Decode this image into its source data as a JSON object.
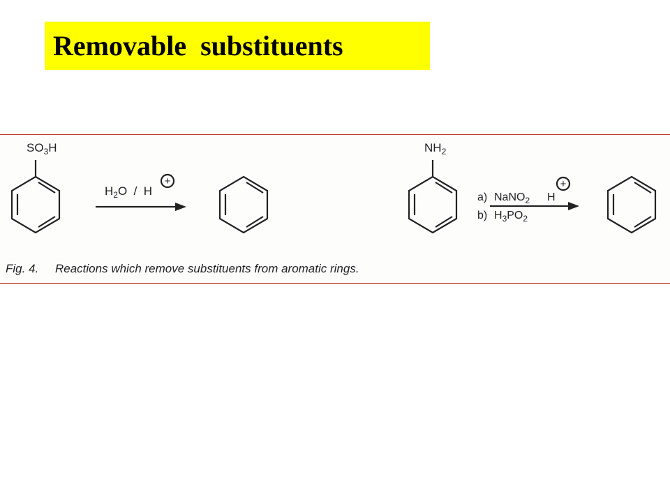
{
  "title": "Removable  substituents",
  "figure": {
    "caption_label": "Fig. 4.",
    "caption_text": "Reactions which remove substituents from aromatic rings.",
    "reaction1": {
      "substituent": {
        "base": "SO",
        "sub": "3",
        "tail": "H"
      },
      "reagent": {
        "a": "H",
        "sub": "2",
        "b": "O  /  H"
      },
      "charge_symbol": "+"
    },
    "reaction2": {
      "substituent": {
        "base": "NH",
        "sub": "2"
      },
      "step_a": {
        "label": "a)",
        "reagent": "NaNO",
        "sub": "2",
        "extra": "H"
      },
      "step_b": {
        "label": "b)",
        "reagent_h": "H",
        "sub1": "3",
        "reagent_po": "PO",
        "sub2": "2"
      },
      "charge_symbol": "+"
    }
  },
  "colors": {
    "title_bg": "#ffff00",
    "rule": "#c0392b",
    "ink": "#222222"
  }
}
